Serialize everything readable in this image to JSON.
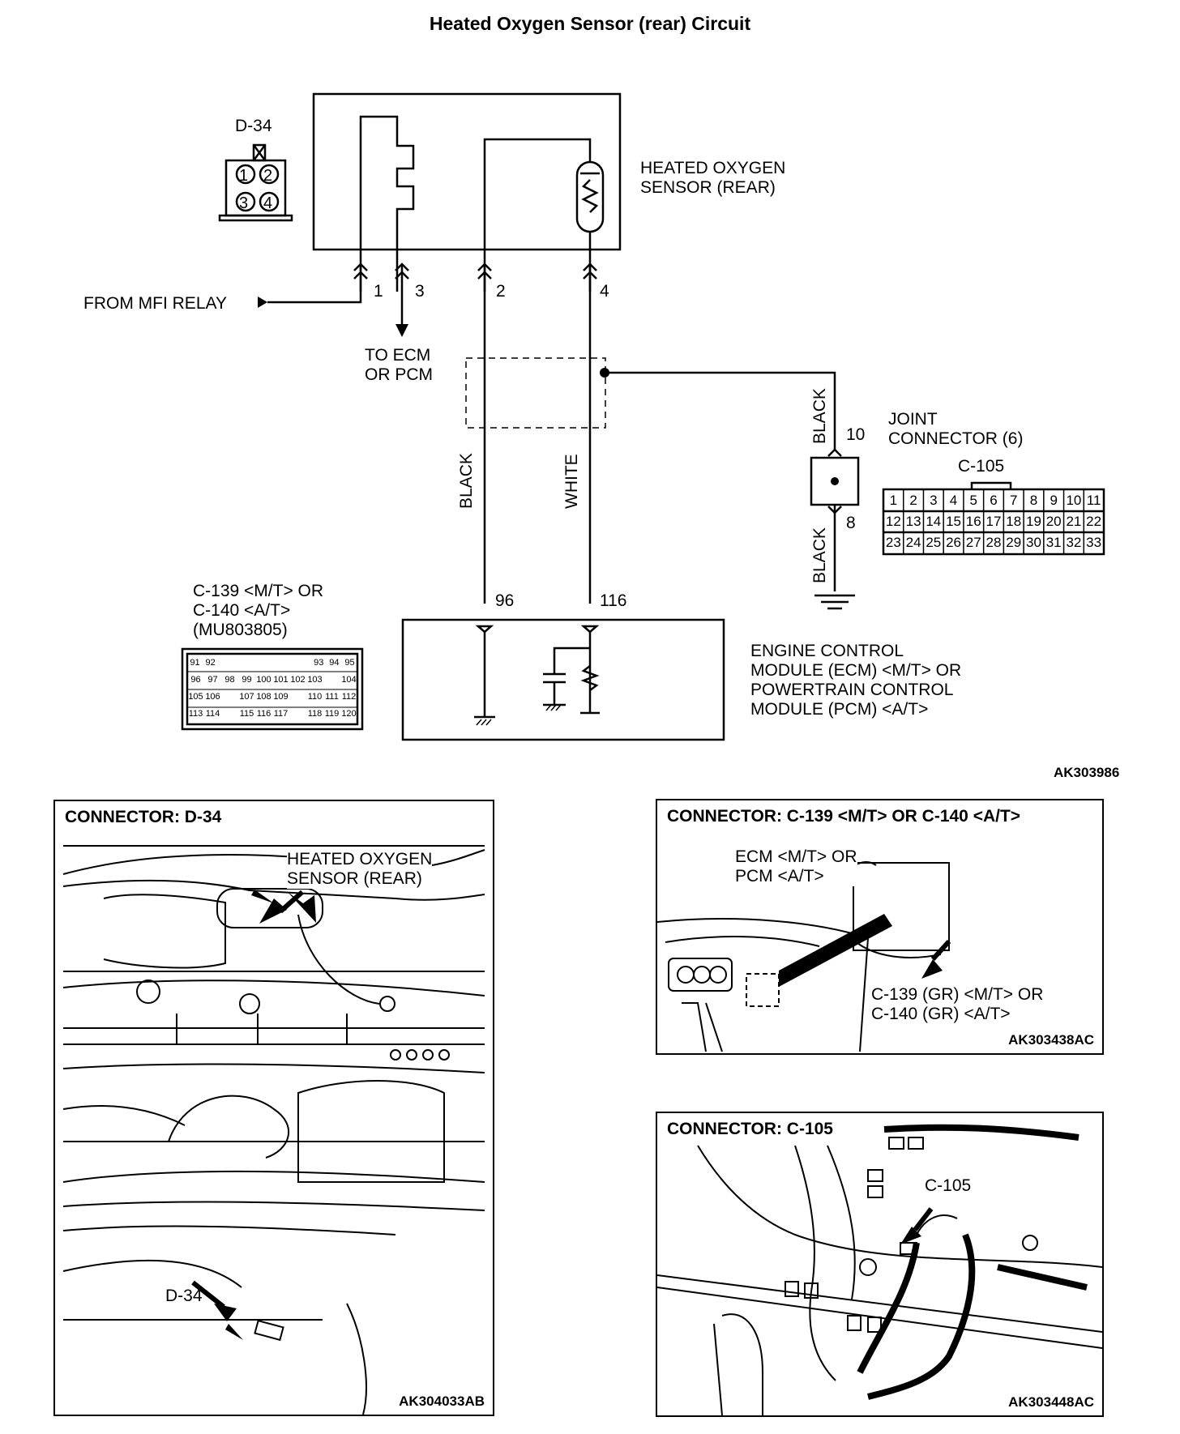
{
  "title": "Heated Oxygen Sensor (rear) Circuit",
  "diagram_ref": "AK303986",
  "d34": {
    "name": "D-34",
    "pins": [
      "1",
      "2",
      "3",
      "4"
    ]
  },
  "sensor": {
    "label_line1": "HEATED OXYGEN",
    "label_line2": "SENSOR (REAR)",
    "pins": [
      "1",
      "3",
      "2",
      "4"
    ]
  },
  "from_relay": "FROM MFI RELAY",
  "to_ecm_line1": "TO ECM",
  "to_ecm_line2": "OR PCM",
  "wires": {
    "left": "BLACK",
    "right": "WHITE",
    "joint_top": "BLACK",
    "joint_bottom": "BLACK"
  },
  "joint": {
    "pin_top": "10",
    "pin_bottom": "8",
    "label_line1": "JOINT",
    "label_line2": "CONNECTOR (6)",
    "connector": "C-105",
    "pins_row1": [
      "1",
      "2",
      "3",
      "4",
      "5",
      "6",
      "7",
      "8",
      "9",
      "10",
      "11"
    ],
    "pins_row2": [
      "12",
      "13",
      "14",
      "15",
      "16",
      "17",
      "18",
      "19",
      "20",
      "21",
      "22"
    ],
    "pins_row3": [
      "23",
      "24",
      "25",
      "26",
      "27",
      "28",
      "29",
      "30",
      "31",
      "32",
      "33"
    ]
  },
  "ecm_connector": {
    "line1": "C-139 <M/T> OR",
    "line2": "C-140 <A/T>",
    "line3": "(MU803805)",
    "pins_row1": [
      "91",
      "92",
      "",
      "",
      "",
      "",
      "",
      "",
      "93",
      "94",
      "95"
    ],
    "pins_row2": [
      "96",
      "97",
      "98",
      "99",
      "100",
      "101",
      "102",
      "103",
      "",
      "104"
    ],
    "pins_row3": [
      "105",
      "106",
      "",
      "107",
      "108",
      "109",
      "",
      "110",
      "111",
      "112"
    ],
    "pins_row4": [
      "113",
      "114",
      "",
      "115",
      "116",
      "117",
      "",
      "118",
      "119",
      "120"
    ]
  },
  "ecm": {
    "pin_left": "96",
    "pin_right": "116",
    "label_line1": "ENGINE CONTROL",
    "label_line2": "MODULE (ECM) <M/T> OR",
    "label_line3": "POWERTRAIN CONTROL",
    "label_line4": "MODULE (PCM) <A/T>"
  },
  "panel_d34": {
    "title": "CONNECTOR: D-34",
    "label_line1": "HEATED OXYGEN",
    "label_line2": "SENSOR (REAR)",
    "callout": "D-34",
    "ref": "AK304033AB"
  },
  "panel_c139": {
    "title": "CONNECTOR: C-139 <M/T> OR C-140 <A/T>",
    "ecm_line1": "ECM <M/T> OR",
    "ecm_line2": "PCM <A/T>",
    "conn_line1": "C-139 (GR) <M/T> OR",
    "conn_line2": "C-140 (GR) <A/T>",
    "ref": "AK303438AC"
  },
  "panel_c105": {
    "title": "CONNECTOR: C-105",
    "callout": "C-105",
    "ref": "AK303448AC"
  }
}
